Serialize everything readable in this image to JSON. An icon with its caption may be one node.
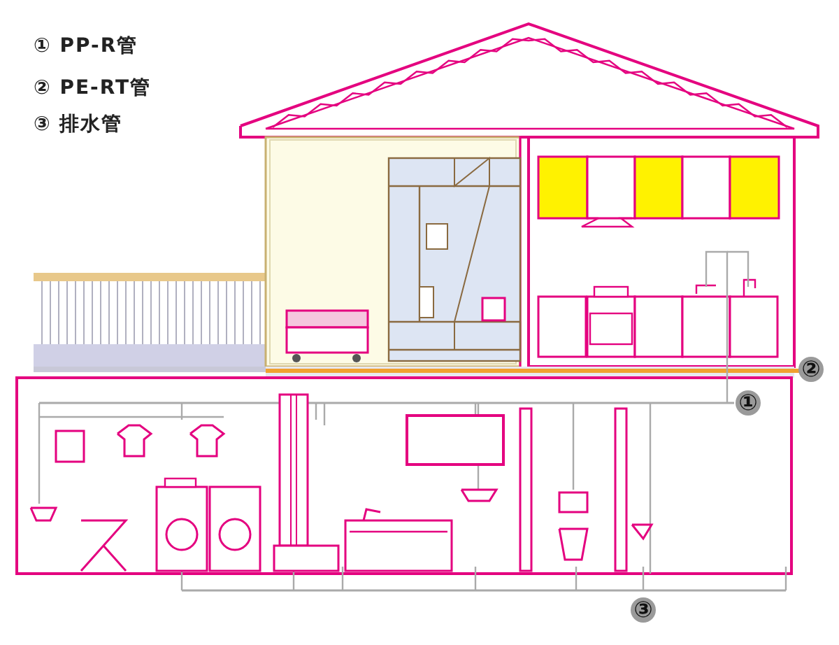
{
  "diagram": {
    "labels": [
      "① PP-R管",
      "② PE-RT管",
      "③ 排水管",
      "②",
      "①",
      "③"
    ]
  }
}
